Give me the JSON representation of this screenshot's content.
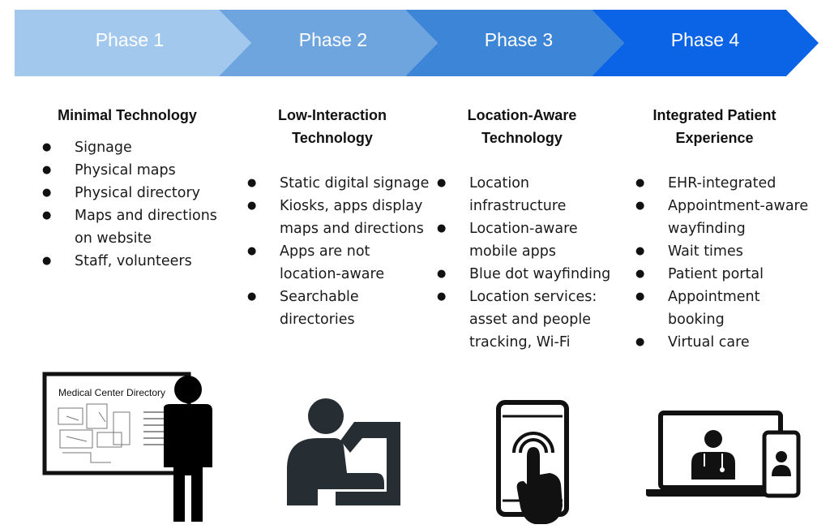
{
  "phases": [
    {
      "label": "Phase 1",
      "color": "#a3c8ee",
      "title": "Minimal Technology",
      "items": [
        "Signage",
        "Physical maps",
        "Physical directory",
        "Maps and directions on website",
        "Staff, volunteers"
      ],
      "illustration": "directory-board-person-icon",
      "board_text": "Medical Center Directory"
    },
    {
      "label": "Phase 2",
      "color": "#6fa5df",
      "title": "Low-Interaction Technology",
      "items": [
        "Static digital signage",
        "Kiosks, apps display maps and directions",
        "Apps are not location-aware",
        "Searchable directories"
      ],
      "illustration": "kiosk-user-icon"
    },
    {
      "label": "Phase 3",
      "color": "#3d85d6",
      "title": "Location-Aware Technology",
      "items": [
        "Location infrastructure",
        "Location-aware mobile apps",
        "Blue dot wayfinding",
        "Location services: asset and people tracking, Wi-Fi"
      ],
      "illustration": "smartphone-tap-icon"
    },
    {
      "label": "Phase 4",
      "color": "#0b63e5",
      "title": "Integrated Patient Experience",
      "items": [
        "EHR-integrated",
        "Appointment-aware wayfinding",
        "Wait times",
        "Patient portal",
        "Appointment booking",
        "Virtual care"
      ],
      "illustration": "laptop-phone-virtual-care-icon"
    }
  ]
}
